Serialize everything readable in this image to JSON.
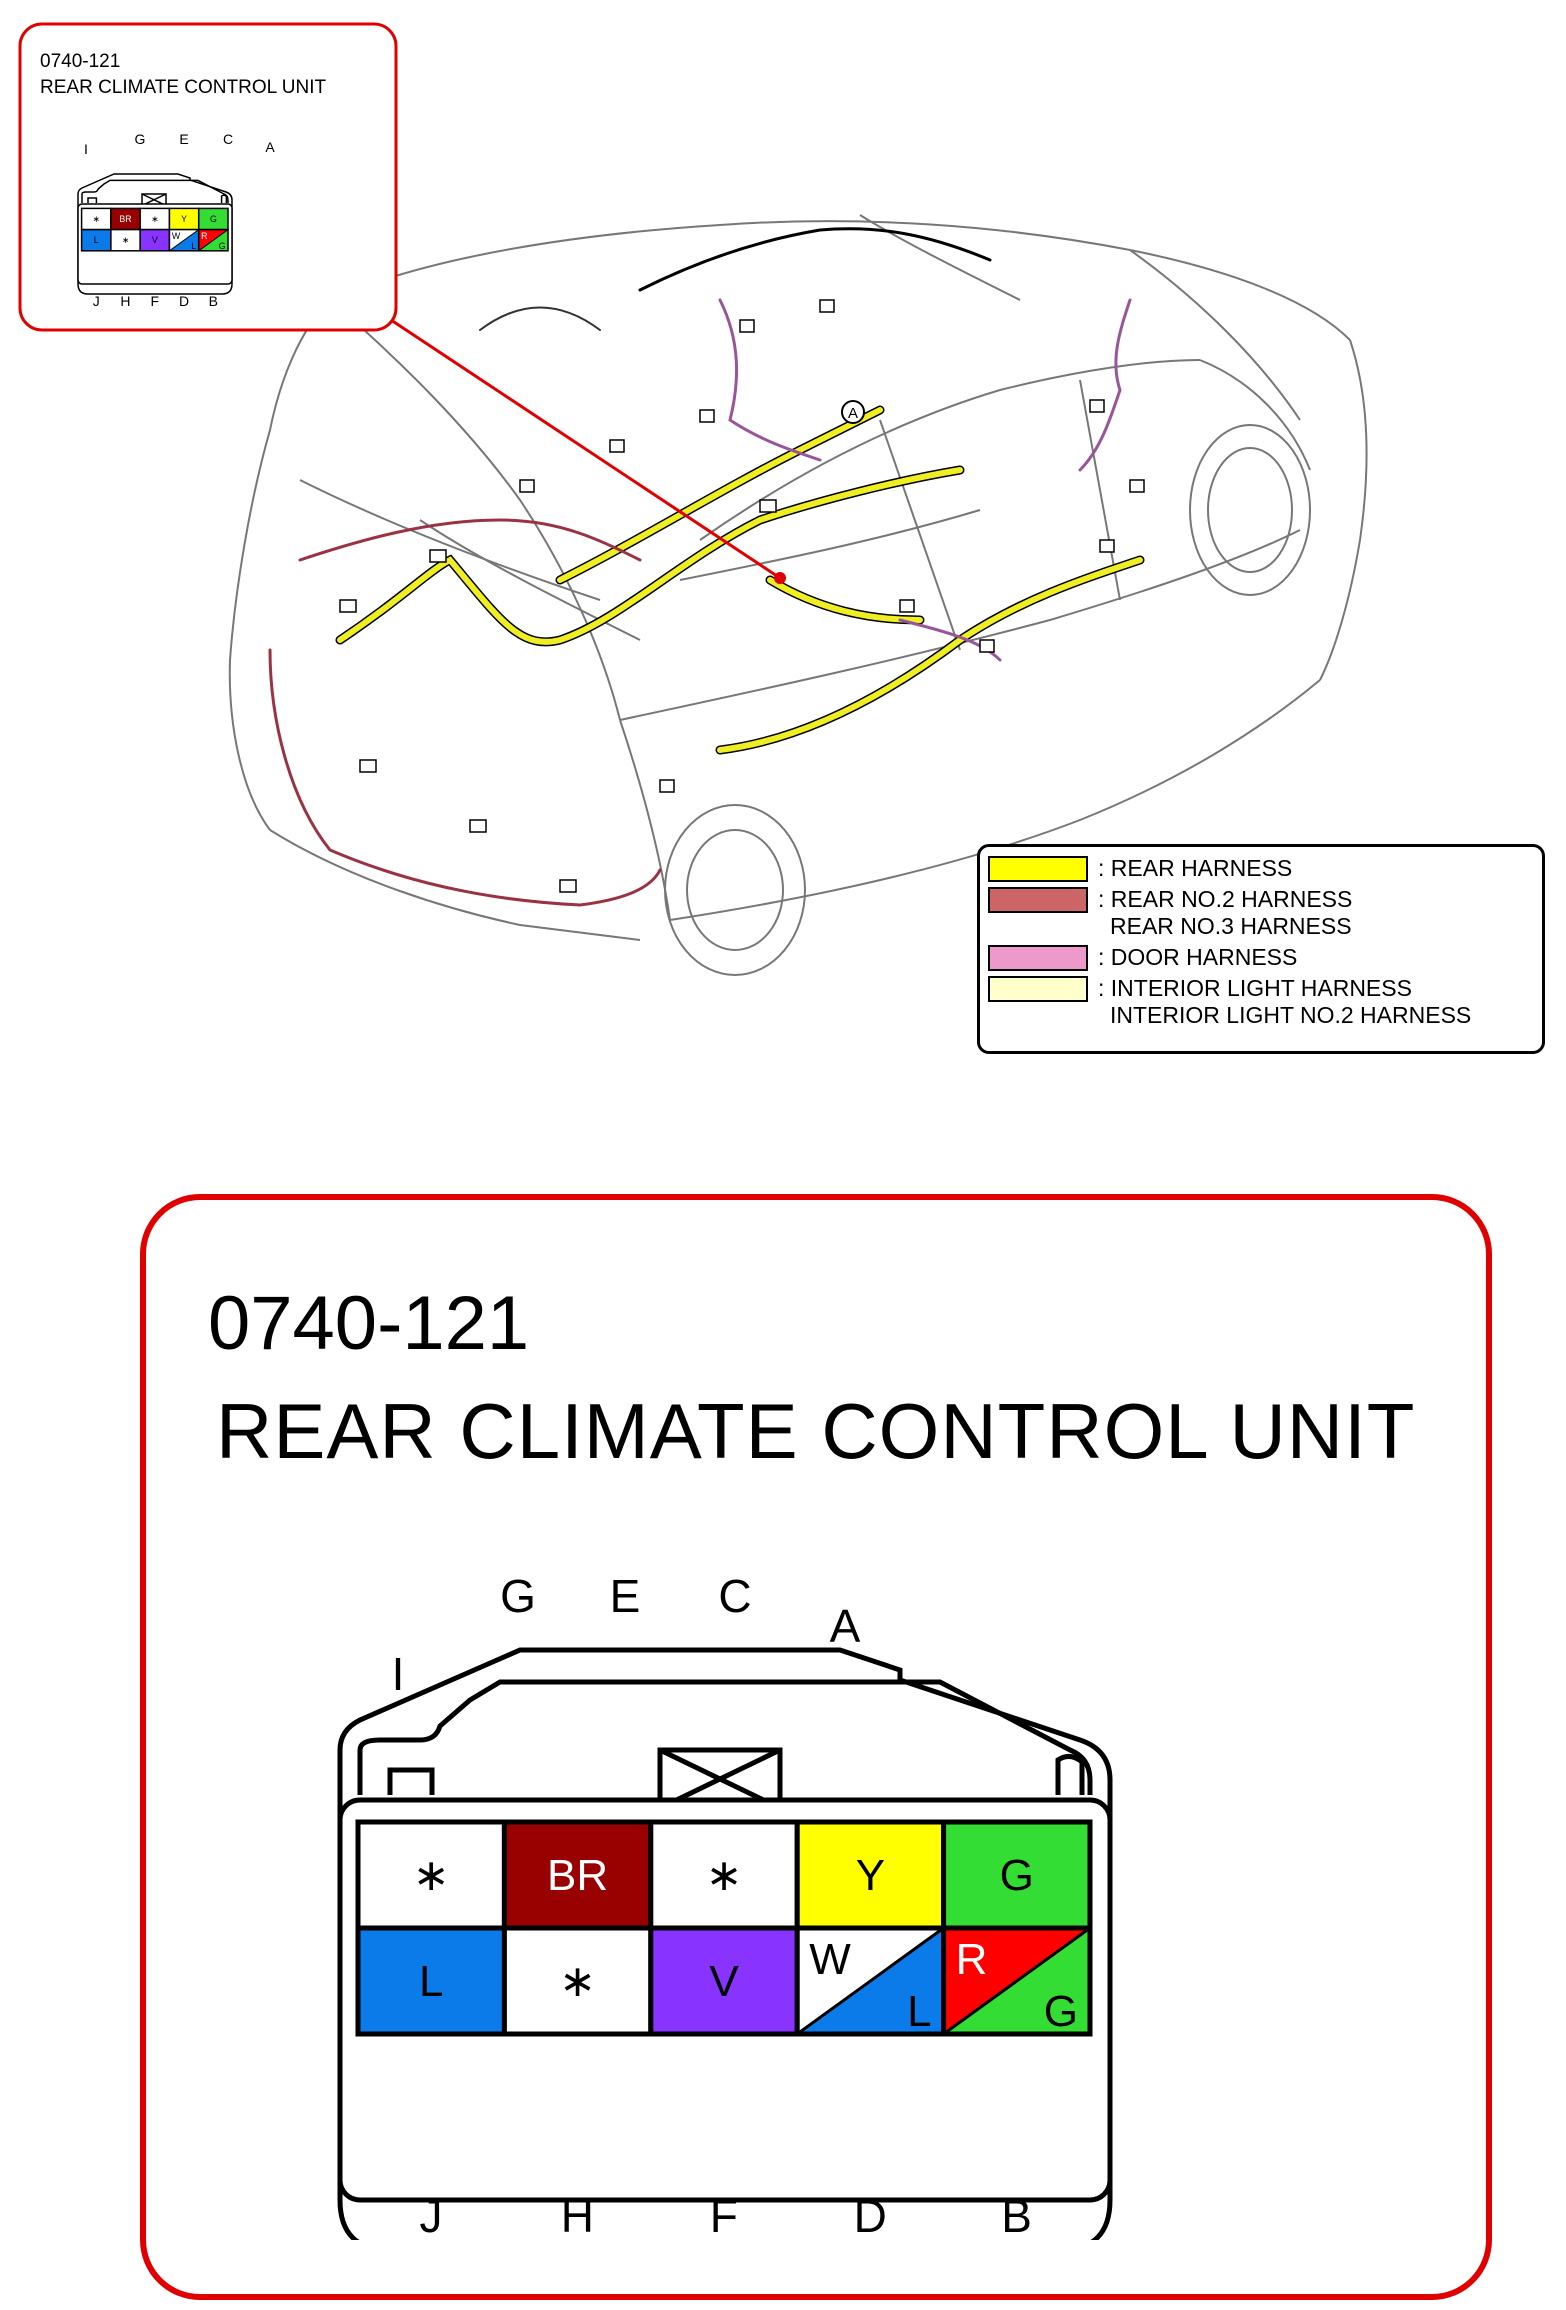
{
  "connector": {
    "code": "0740-121",
    "name": "REAR CLIMATE CONTROL UNIT",
    "top_pin_letters": [
      "I",
      "G",
      "E",
      "C",
      "A"
    ],
    "bottom_pin_letters": [
      "J",
      "H",
      "F",
      "D",
      "B"
    ],
    "top_row": [
      {
        "label": "∗",
        "fill": "#ffffff",
        "text": "#000000"
      },
      {
        "label": "BR",
        "fill": "#990000",
        "text": "#ffffff"
      },
      {
        "label": "∗",
        "fill": "#ffffff",
        "text": "#000000"
      },
      {
        "label": "Y",
        "fill": "#ffff00",
        "text": "#000000"
      },
      {
        "label": "G",
        "fill": "#33dd33",
        "text": "#000000"
      }
    ],
    "bottom_row": [
      {
        "label": "L",
        "fill": "#0a7be8",
        "text": "#000000"
      },
      {
        "label": "∗",
        "fill": "#ffffff",
        "text": "#000000"
      },
      {
        "label": "V",
        "fill": "#8833ff",
        "text": "#000000"
      },
      {
        "label": "W",
        "label2": "L",
        "fill": "#ffffff",
        "fill2": "#0a7be8",
        "text": "#000000"
      },
      {
        "label": "R",
        "label2": "G",
        "fill": "#ff0000",
        "fill2": "#33dd33",
        "text": "#000000"
      }
    ]
  },
  "location_marker": "A",
  "legend": {
    "items": [
      {
        "color": "#ffff00",
        "lines": [
          ": REAR HARNESS"
        ]
      },
      {
        "color": "#cc6666",
        "lines": [
          ": REAR NO.2 HARNESS",
          "REAR NO.3 HARNESS"
        ]
      },
      {
        "color": "#ee99cc",
        "lines": [
          ": DOOR HARNESS"
        ]
      },
      {
        "color": "#ffffcc",
        "lines": [
          ": INTERIOR LIGHT HARNESS",
          "INTERIOR LIGHT NO.2 HARNESS"
        ]
      }
    ]
  },
  "colors": {
    "frame_red": "#e00000",
    "harness_rear": "#eeee22",
    "harness_rear_no2": "#993344",
    "harness_door": "#995599",
    "harness_interior": "#ffffaa"
  }
}
